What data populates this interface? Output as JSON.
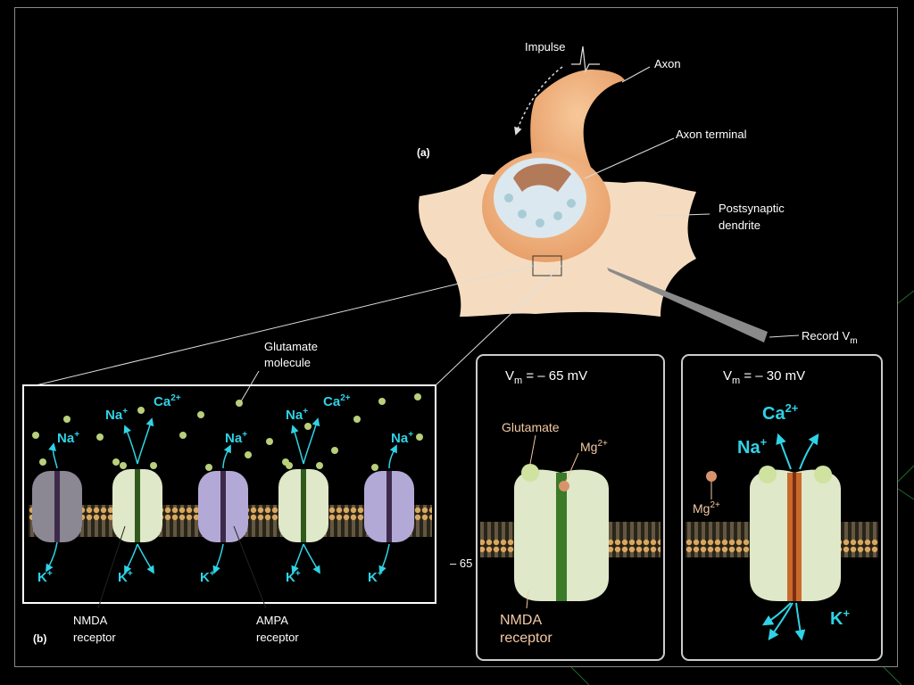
{
  "panel_a": {
    "label": "(a)",
    "impulse": "Impulse",
    "axon": "Axon",
    "axon_terminal": "Axon terminal",
    "postsynaptic_line1": "Postsynaptic",
    "postsynaptic_line2": "dendrite",
    "record": "Record V",
    "record_sub": "m"
  },
  "panel_b": {
    "label": "(b)",
    "glutamate_line1": "Glutamate",
    "glutamate_line2": "molecule",
    "na": "Na",
    "ca": "Ca",
    "k": "K",
    "plus": "+",
    "two_plus": "2+",
    "nmda_line1": "NMDA",
    "nmda_line2": "receptor",
    "ampa_line1": "AMPA",
    "ampa_line2": "receptor",
    "cut_text": "– 65"
  },
  "panel_rest": {
    "vm_prefix": "V",
    "vm_sub": "m",
    "vm_value": " = – 65 mV",
    "glutamate": "Glutamate",
    "mg": "Mg",
    "mg_sup": "2+",
    "nmda_line1": "NMDA",
    "nmda_line2": "receptor"
  },
  "panel_depol": {
    "vm_prefix": "V",
    "vm_sub": "m",
    "vm_value": " = – 30 mV",
    "ca": "Ca",
    "ca_sup": "2+",
    "na": "Na",
    "na_sup": "+",
    "k": "K",
    "k_sup": "+",
    "mg": "Mg",
    "mg_sup": "2+"
  },
  "colors": {
    "ion": "#2fd3e6",
    "peach_text": "#f3c9a4",
    "receptor_green": "#dfe8c8",
    "receptor_purple": "#b3a9d6",
    "membrane": "#c9b27a"
  }
}
